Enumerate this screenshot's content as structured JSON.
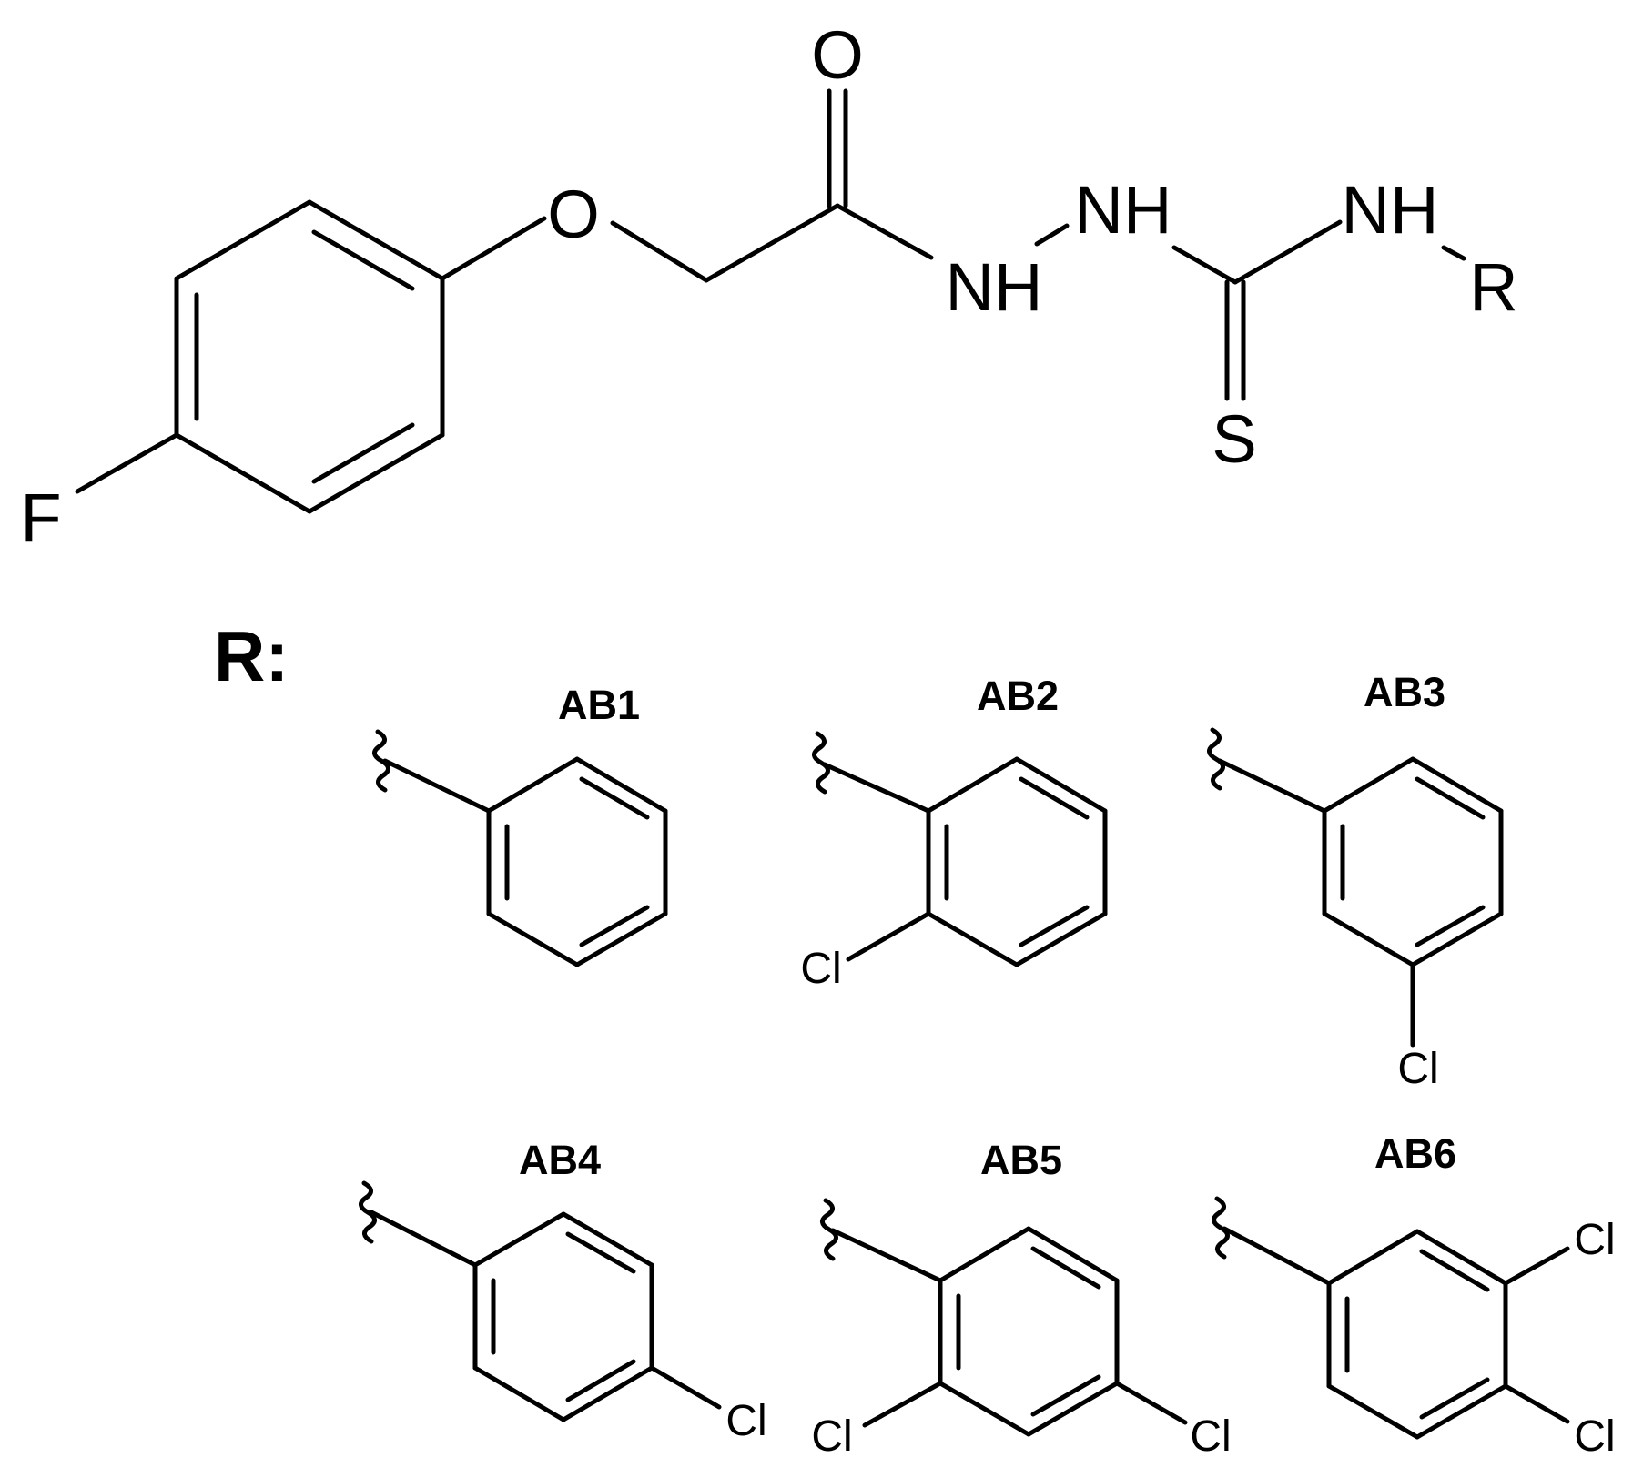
{
  "core": {
    "atoms": {
      "F": "F",
      "O_ether": "O",
      "O_carbonyl": "O",
      "NH_amide": "NH",
      "NH_hydrazine": "NH",
      "NH_thio": "NH",
      "R": "R",
      "S": "S"
    }
  },
  "r_group": {
    "label": "R:",
    "substituents": [
      {
        "code": "AB1",
        "atoms": []
      },
      {
        "code": "AB2",
        "atoms": [
          "Cl"
        ]
      },
      {
        "code": "AB3",
        "atoms": [
          "Cl"
        ]
      },
      {
        "code": "AB4",
        "atoms": [
          "Cl"
        ]
      },
      {
        "code": "AB5",
        "atoms": [
          "Cl",
          "Cl"
        ]
      },
      {
        "code": "AB6",
        "atoms": [
          "Cl",
          "Cl"
        ]
      }
    ]
  }
}
